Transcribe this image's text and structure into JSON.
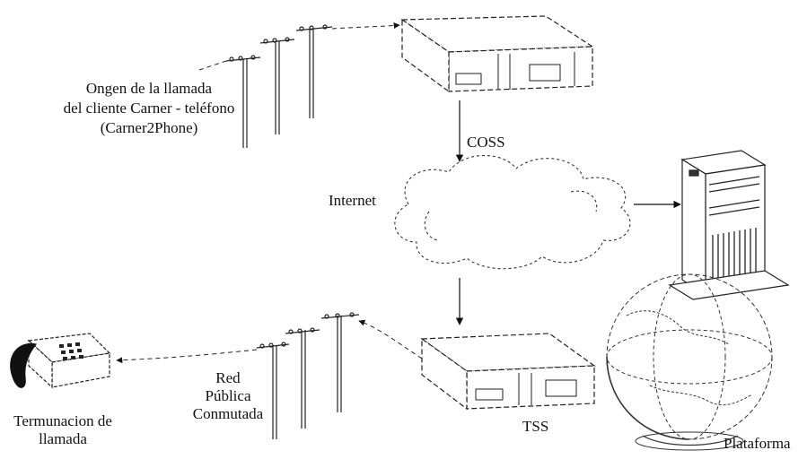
{
  "labels": {
    "origin": [
      "Ongen de la llamada",
      "del cliente Carner - teléfono",
      "(Carner2Phone)"
    ],
    "coss": "COSS",
    "internet": "Internet",
    "red": [
      "Red",
      "Pública",
      "Conmutada"
    ],
    "termination": [
      "Termunacion de",
      "llamada"
    ],
    "tss": "TSS",
    "platform": "Plataforma"
  }
}
